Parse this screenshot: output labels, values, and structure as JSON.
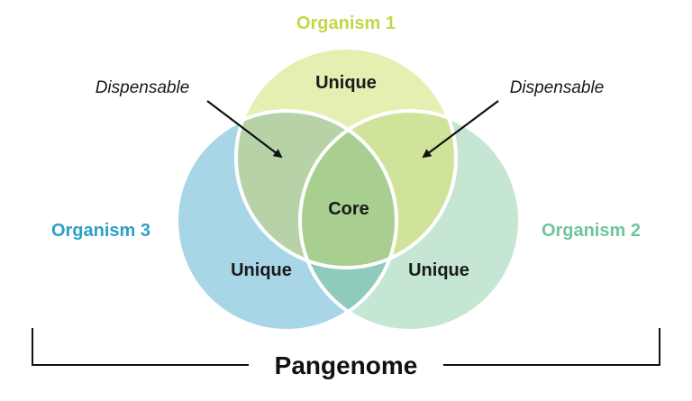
{
  "organisms": {
    "org1": {
      "label": "Organism 1",
      "color": "#c6d64a",
      "fill": "#e6efb2"
    },
    "org2": {
      "label": "Organism 2",
      "color": "#6fc59a",
      "fill": "#c4e6d3"
    },
    "org3": {
      "label": "Organism 3",
      "color": "#2f9fc6",
      "fill": "#a9d6e6"
    }
  },
  "regions": {
    "unique_top": "Unique",
    "unique_left": "Unique",
    "unique_right": "Unique",
    "core": "Core"
  },
  "callouts": {
    "left": "Dispensable",
    "right": "Dispensable"
  },
  "bracket_label": "Pangenome",
  "colors": {
    "overlap_1_3": "#b8d2a8",
    "overlap_1_2": "#cfe49a",
    "overlap_2_3": "#8fcbbc",
    "core": "#a8cf90",
    "outline": "#ffffff",
    "arrow": "#111111",
    "bracket": "#111111"
  }
}
